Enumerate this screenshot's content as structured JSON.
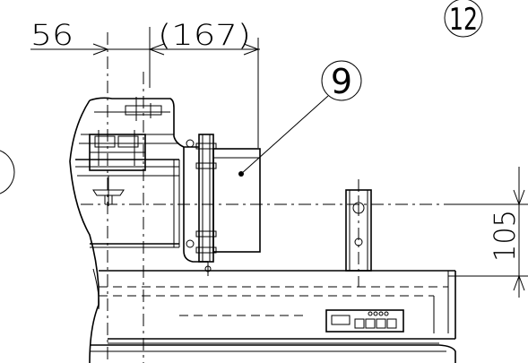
{
  "drawing": {
    "dimensions": {
      "width_left": "56",
      "width_ref": "(167)",
      "height_right": "105"
    },
    "balloons": {
      "part_9": "9",
      "part_12": "12"
    },
    "colors": {
      "line": "#000000",
      "background": "#ffffff"
    }
  }
}
